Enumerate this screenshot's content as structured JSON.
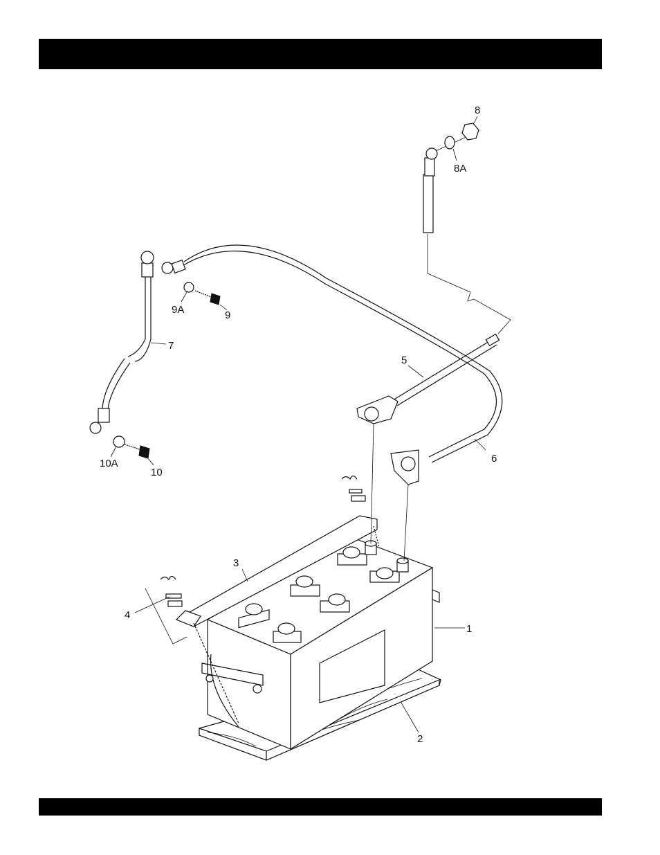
{
  "header_bar": "",
  "footer_bar": "",
  "callouts": {
    "battery": "1",
    "board": "2",
    "hold_down_bar": "3",
    "hold_down_hardware": "4",
    "cable_5": "5",
    "cable_6": "6",
    "cable_7": "7",
    "nut": "8",
    "washer_8a": "8A",
    "bolt_9": "9",
    "washer_9a": "9A",
    "bolt_10": "10",
    "washer_10a": "10A"
  }
}
